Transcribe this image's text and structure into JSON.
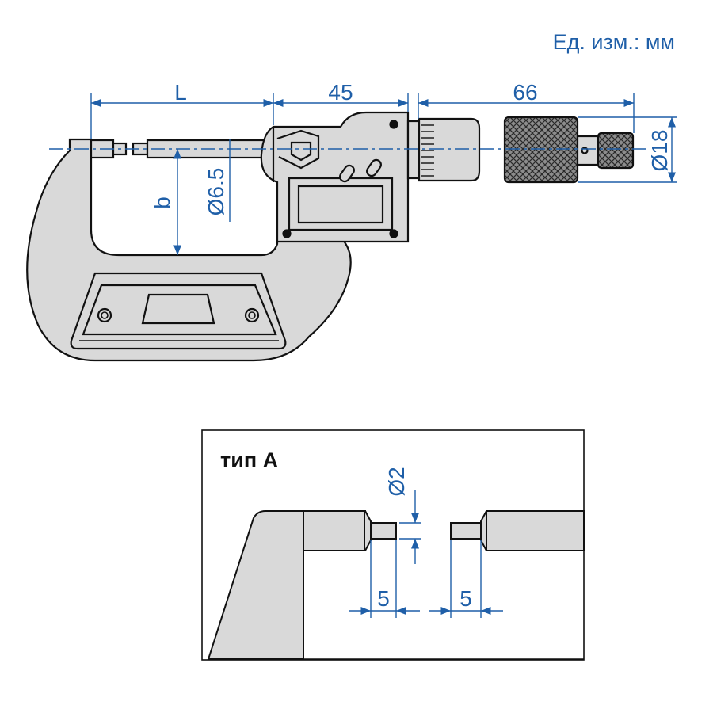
{
  "units_label": "Ед. изм.: мм",
  "main_drawing": {
    "dim_length": "L",
    "dim_frame": "45",
    "dim_thimble": "66",
    "dim_thimble_diameter": "Ø18",
    "dim_spindle_diameter": "Ø6.5",
    "dim_depth": "b"
  },
  "detail": {
    "title": "тип A",
    "dim_tip_diameter": "Ø2",
    "dim_tip_left": "5",
    "dim_tip_right": "5"
  },
  "colors": {
    "dimension": "#1f5fa8",
    "body_fill": "#d9d9d9",
    "outline": "#111111"
  }
}
